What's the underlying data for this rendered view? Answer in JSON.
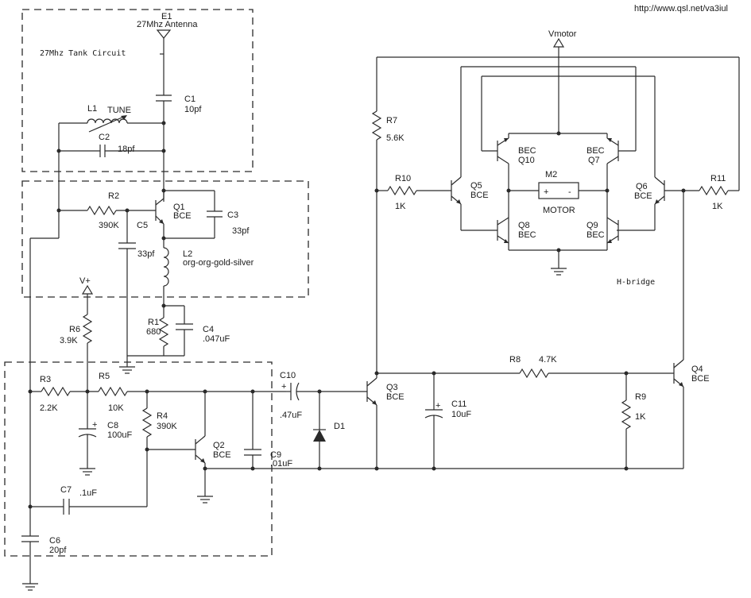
{
  "header": {
    "url": "http://www.qsl.net/va3iul"
  },
  "blocks": {
    "tank": "27Mhz Tank Circuit",
    "hbridge": "H-bridge"
  },
  "antenna": {
    "ref": "E1",
    "desc": "27Mhz Antenna"
  },
  "vmotor": "Vmotor",
  "vplus": "V+",
  "l1": {
    "ref": "L1",
    "tune": "TUNE"
  },
  "caps": [
    {
      "ref": "C1",
      "value": "10pf"
    },
    {
      "ref": "C2",
      "value": "18pf"
    },
    {
      "ref": "C3",
      "value": "33pf"
    },
    {
      "ref": "C4",
      "value": ".047uF"
    },
    {
      "ref": "C5",
      "value": "33pf"
    },
    {
      "ref": "C6",
      "value": "20pf"
    },
    {
      "ref": "C7",
      "value": ".1uF"
    },
    {
      "ref": "C8",
      "value": "100uF"
    },
    {
      "ref": "C9",
      "value": ".01uF"
    },
    {
      "ref": "C10",
      "value": ".47uF"
    },
    {
      "ref": "C11",
      "value": "10uF"
    }
  ],
  "resistors": [
    {
      "ref": "R1",
      "value": "680"
    },
    {
      "ref": "R2",
      "value": "390K"
    },
    {
      "ref": "R3",
      "value": "2.2K"
    },
    {
      "ref": "R4",
      "value": "390K"
    },
    {
      "ref": "R5",
      "value": "10K"
    },
    {
      "ref": "R6",
      "value": "3.9K"
    },
    {
      "ref": "R7",
      "value": "5.6K"
    },
    {
      "ref": "R8",
      "value": "4.7K"
    },
    {
      "ref": "R9",
      "value": "1K"
    },
    {
      "ref": "R10",
      "value": "1K"
    },
    {
      "ref": "R11",
      "value": "1K"
    }
  ],
  "l2": {
    "ref": "L2",
    "desc": "org-org-gold-silver"
  },
  "d1": "D1",
  "motor": {
    "ref": "M2",
    "name": "MOTOR",
    "plus": "+",
    "minus": "-"
  },
  "transistors": [
    {
      "ref": "Q1",
      "pins": "BCE"
    },
    {
      "ref": "Q2",
      "pins": "BCE"
    },
    {
      "ref": "Q3",
      "pins": "BCE"
    },
    {
      "ref": "Q4",
      "pins": "BCE"
    },
    {
      "ref": "Q5",
      "pins": "BCE"
    },
    {
      "ref": "Q6",
      "pins": "BCE"
    },
    {
      "ref": "Q7",
      "pins": "BEC"
    },
    {
      "ref": "Q8",
      "pins": "BEC"
    },
    {
      "ref": "Q9",
      "pins": "BEC"
    },
    {
      "ref": "Q10",
      "pins": "BEC"
    }
  ]
}
